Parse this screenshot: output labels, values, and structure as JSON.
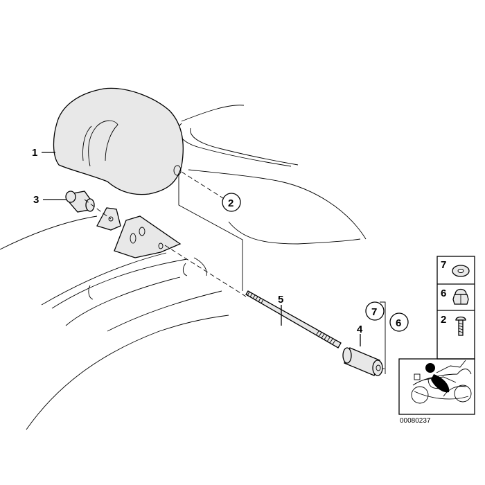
{
  "callouts": {
    "part_1": "1",
    "part_2": "2",
    "part_3": "3",
    "part_4": "4",
    "part_5": "5",
    "part_6": "6",
    "part_7": "7"
  },
  "legend": {
    "row_top": "7",
    "row_mid": "6",
    "row_bottom": "2"
  },
  "diagram_ref": "00080237",
  "icons": {
    "washer": "washer-icon",
    "cap_nut": "cap-nut-icon",
    "screw": "screw-icon",
    "motorcycle": "motorcycle-thumbnail-icon"
  }
}
